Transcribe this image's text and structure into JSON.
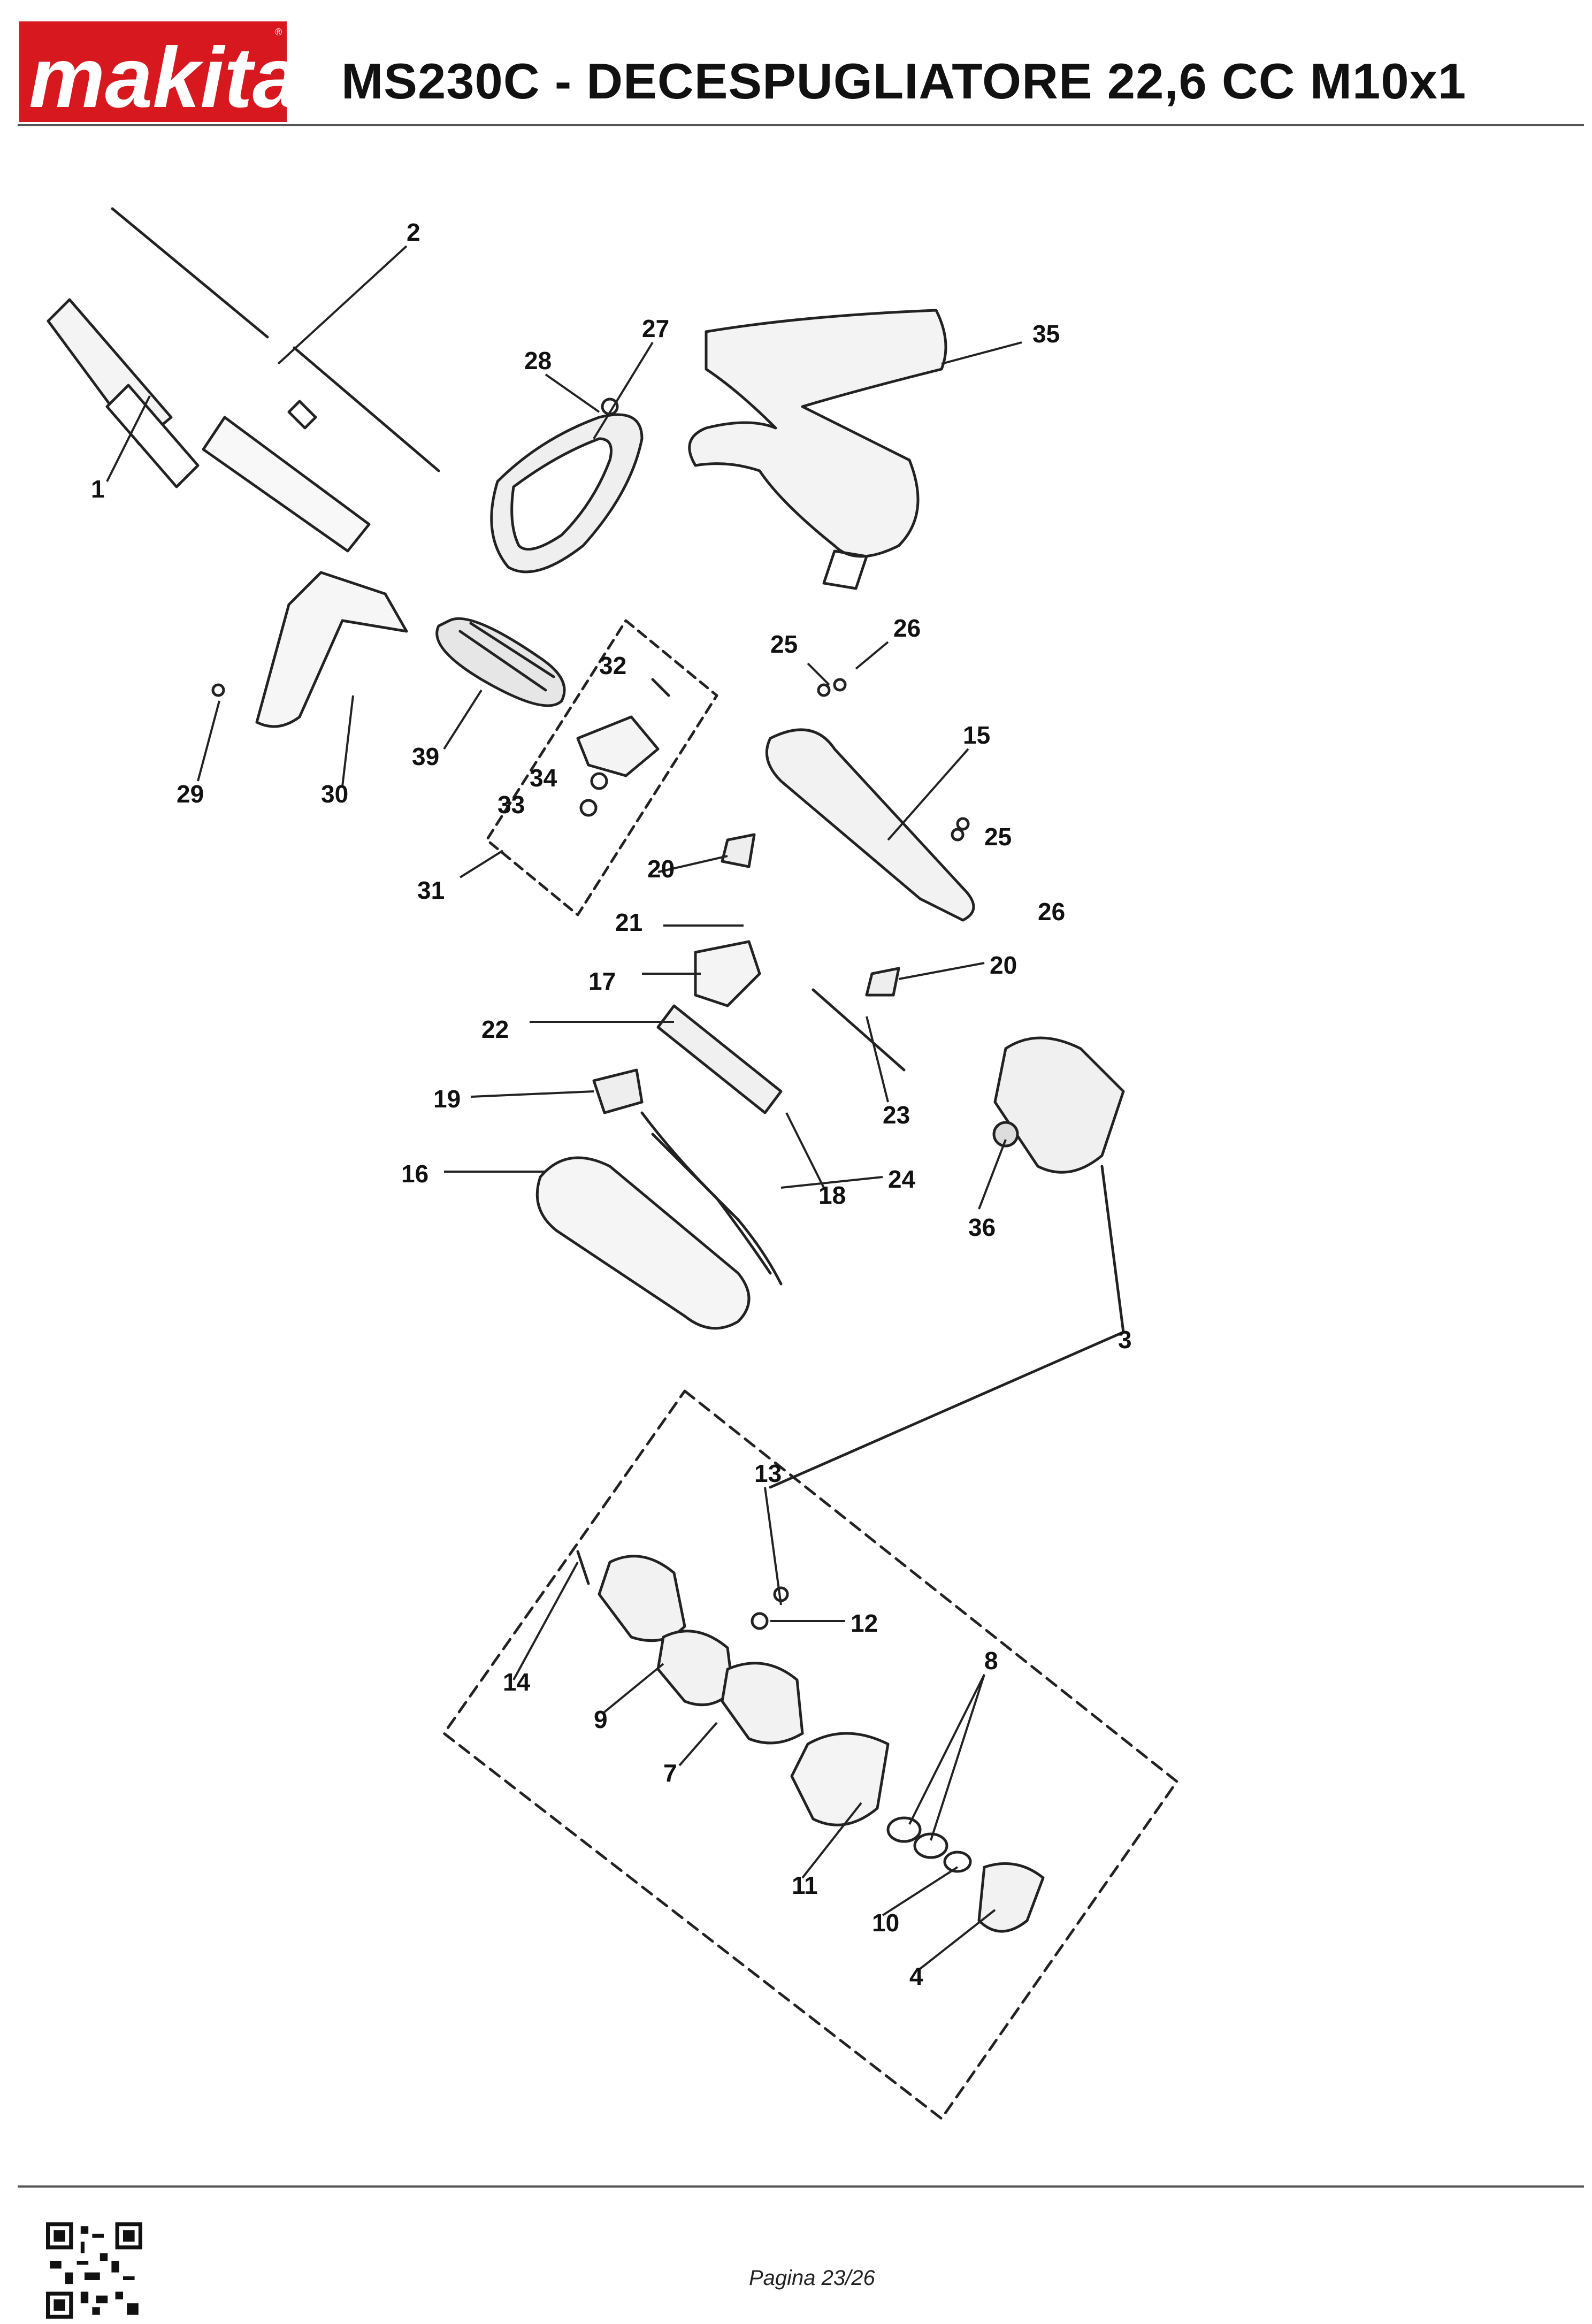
{
  "header": {
    "brand": "makita",
    "title": "MS230C - DECESPUGLIATORE 22,6 CC M10x1"
  },
  "diagram": {
    "callouts": [
      "1",
      "2",
      "3",
      "4",
      "7",
      "8",
      "9",
      "10",
      "11",
      "12",
      "13",
      "14",
      "15",
      "16",
      "17",
      "18",
      "19",
      "20",
      "20",
      "21",
      "22",
      "23",
      "24",
      "25",
      "25",
      "26",
      "26",
      "27",
      "28",
      "29",
      "30",
      "31",
      "32",
      "33",
      "34",
      "35",
      "36",
      "39"
    ]
  },
  "footer": {
    "page": "Pagina 23/26"
  },
  "colors": {
    "brand_red": "#d7191f"
  }
}
